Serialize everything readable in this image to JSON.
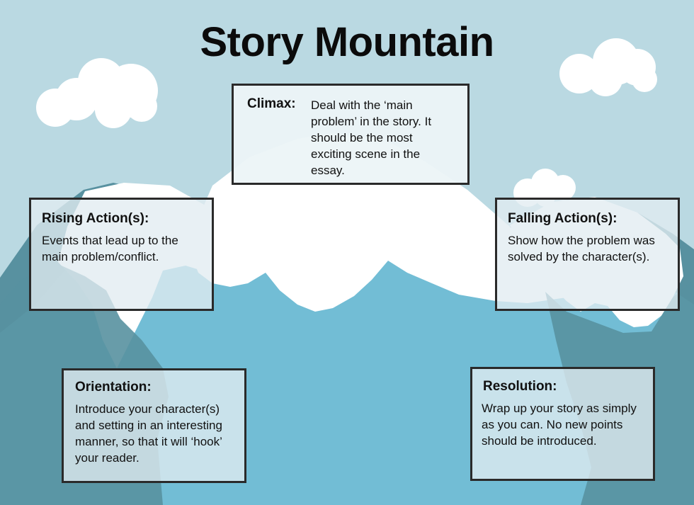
{
  "title": "Story Mountain",
  "colors": {
    "sky": "#bad9e2",
    "cloud": "#ffffff",
    "snow": "#ffffff",
    "mountain_light": "#72bdd5",
    "mountain_dark": "#5891a0",
    "box_fill": "#e1ecf1",
    "box_border": "#2a2a2a"
  },
  "stages": {
    "climax": {
      "label": "Climax:",
      "text": "Deal with the ‘main problem’ in the story. It should be the most exciting scene in the essay."
    },
    "rising_action": {
      "label": "Rising Action(s):",
      "text": "Events that lead up to the main problem/conflict."
    },
    "falling_action": {
      "label": "Falling Action(s):",
      "text": "Show how the problem was solved by the character(s)."
    },
    "orientation": {
      "label": "Orientation:",
      "text": "Introduce your character(s) and setting in an interesting manner, so that it will ‘hook’ your reader."
    },
    "resolution": {
      "label": "Resolution:",
      "text": "Wrap up your story as simply as you can. No new points should be introduced."
    }
  }
}
